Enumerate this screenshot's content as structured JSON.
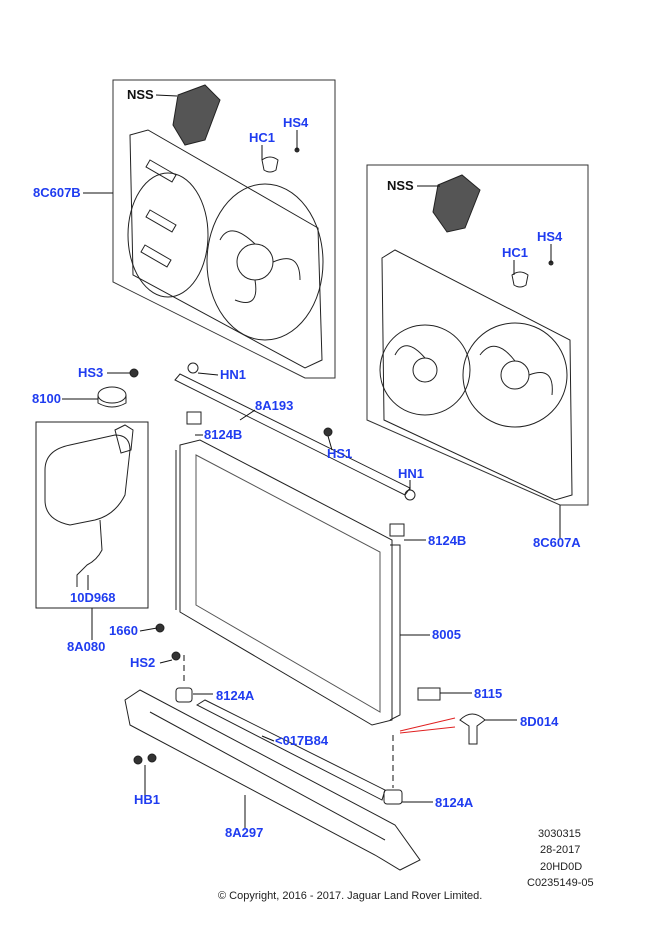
{
  "callouts": {
    "nss_left": "NSS",
    "hc1_left": "HC1",
    "hs4_left": "HS4",
    "c8c607b": "8C607B",
    "nss_right": "NSS",
    "hc1_right": "HC1",
    "hs4_right": "HS4",
    "c8c607a": "8C607A",
    "hs3": "HS3",
    "c8100": "8100",
    "hn1_top": "HN1",
    "c8a193": "8A193",
    "c8124b_left": "8124B",
    "hs1": "HS1",
    "hn1_right": "HN1",
    "c8124b_right": "8124B",
    "c10d968": "10D968",
    "c8a080": "8A080",
    "c1660": "1660",
    "c8005": "8005",
    "hs2": "HS2",
    "c8124a_left": "8124A",
    "c8115": "8115",
    "c8d014": "8D014",
    "c017b84": "<017B84",
    "hb1": "HB1",
    "c8124a_right": "8124A",
    "c8a297": "8A297"
  },
  "info": {
    "line1": "3030315",
    "line2": "28-2017",
    "line3": "20HD0D",
    "line4": "C0235149-05",
    "copyright": "© Copyright, 2016 - 2017. Jaguar Land Rover Limited."
  },
  "colors": {
    "callout": "#1f3cf0",
    "leader": "#111111",
    "highlight": "#e02020"
  }
}
